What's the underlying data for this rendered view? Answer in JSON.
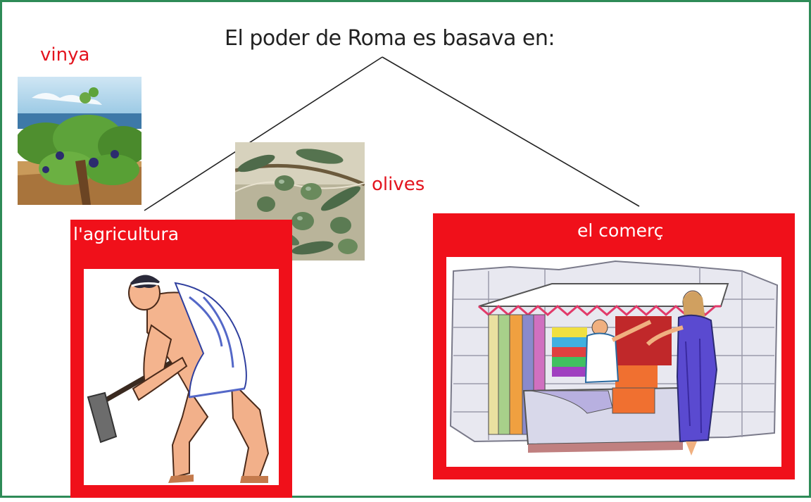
{
  "diagram": {
    "title": "El poder de Roma es basava en:",
    "branches": [
      {
        "label": "l'agricultura"
      },
      {
        "label": "el comerç"
      }
    ],
    "sub_items": [
      {
        "label": "vinya"
      },
      {
        "label": "olives"
      }
    ],
    "colors": {
      "border": "#2e8b57",
      "accent_red": "#e3141e",
      "box_red": "#f0101a",
      "line": "#222222"
    },
    "images": [
      {
        "name": "vineyard-illustration"
      },
      {
        "name": "olive-branch-photo"
      },
      {
        "name": "roman-farmer-with-hoe-illustration"
      },
      {
        "name": "roman-market-stall-illustration"
      }
    ]
  }
}
